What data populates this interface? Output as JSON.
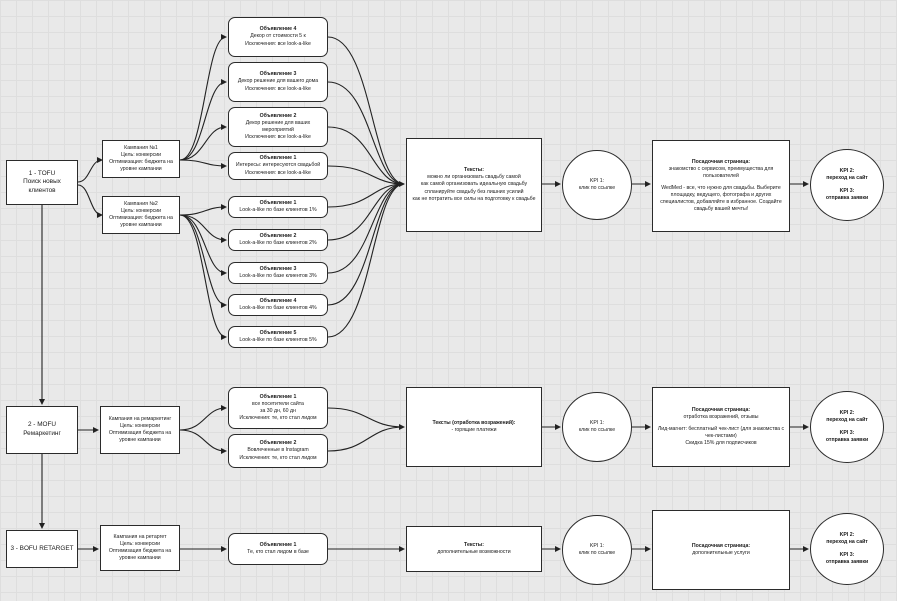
{
  "stages": {
    "tofu": {
      "label": "1 - TOFU\nПоиск новых клиентов",
      "campaign1": "Кампания №1\nЦель: конверсии\nОптимизация: бюджета на уровне кампании",
      "campaign2": "Кампания №2\nЦель: конверсии\nОптимизация: бюджета на уровне кампании",
      "ads_c1": [
        {
          "title": "Объявление 4",
          "text": "Декор от стоимости 5 к\nИсключения: все look-a-like"
        },
        {
          "title": "Объявление 3",
          "text": "Декор решение для вашего дома\nИсключения: все look-a-like"
        },
        {
          "title": "Объявление 2",
          "text": "Декор решение для ваших мероприятий\nИсключения: все look-a-like"
        },
        {
          "title": "Объявление 1",
          "text": "Интересы: интересуются свадьбой\nИсключения: все look-a-like"
        }
      ],
      "ads_c2": [
        {
          "title": "Объявление 1",
          "text": "Look-a-like по базе клиентов 1%"
        },
        {
          "title": "Объявление 2",
          "text": "Look-a-like по базе клиентов 2%"
        },
        {
          "title": "Объявление 3",
          "text": "Look-a-like по базе клиентов 3%"
        },
        {
          "title": "Объявление 4",
          "text": "Look-a-like по базе клиентов 4%"
        },
        {
          "title": "Объявление 5",
          "text": "Look-a-like по базе клиентов 5%"
        }
      ],
      "texts_title": "Тексты:",
      "texts_body": "можно ли организовать свадьбу самой\nкак самой организовать идеальную свадьбу\nспланируйте свадьбу без лишних усилий\nкак не потратить все силы на подготовку к свадьбе",
      "kpi1": "KPI 1:\nклик по ссылке",
      "landing_title": "Посадочная страница:",
      "landing_body": "знакомство с сервисом, преимущества для пользователей",
      "landing_extra": "WedMed - все, что нужно для свадьбы. Выберите площадку, ведущего, фотографа и других специалистов, добавляйте в избранное. Создайте свадьбу вашей мечты!",
      "kpi2": "KPI 2:\nпереход на сайт",
      "kpi3": "KPI 3:\nотправка заявки"
    },
    "mofu": {
      "label": "2 - MOFU\nРемаркетинг",
      "campaign": "Кампания на ремаркетинг\nЦель: конверсии\nОптимизация бюджета на уровне кампании",
      "ads": [
        {
          "title": "Объявление 1",
          "text": "все посетители сайта\nза 30 дн, 60 дн\nИсключения: те, кто стал лидом"
        },
        {
          "title": "Объявление 2",
          "text": "Вовлеченные в Instagram\nИсключения: те, кто стал лидом"
        }
      ],
      "texts_title": "Тексты (отработка возражений):",
      "texts_body": "- горящие платежи",
      "kpi1": "KPI 1:\nклик по ссылке",
      "landing_title": "Посадочная страница:",
      "landing_body": "отработка возражений, отзывы",
      "landing_extra": "Лид-магнит: бесплатный чек-лист (для знакомства с чек-листами)\nСкидка 15% для подписчиков",
      "kpi2": "KPI 2:\nпереход на сайт",
      "kpi3": "KPI 3:\nотправка заявки"
    },
    "bofu": {
      "label": "3 - BOFU RETARGET",
      "campaign": "Кампания на ретаргет\nЦель: конверсии\nОптимизация бюджета на уровне кампании",
      "ad": {
        "title": "Объявление 1",
        "text": "Те, кто стал лидом в базе"
      },
      "texts_title": "Тексты:",
      "texts_body": "дополнительные возможности",
      "kpi1": "KPI 1:\nклик по ссылке",
      "landing_title": "Посадочная страница:",
      "landing_body": "дополнительные услуги",
      "kpi2": "KPI 2:\nпереход на сайт",
      "kpi3": "KPI 3:\nотправка заявки"
    }
  }
}
